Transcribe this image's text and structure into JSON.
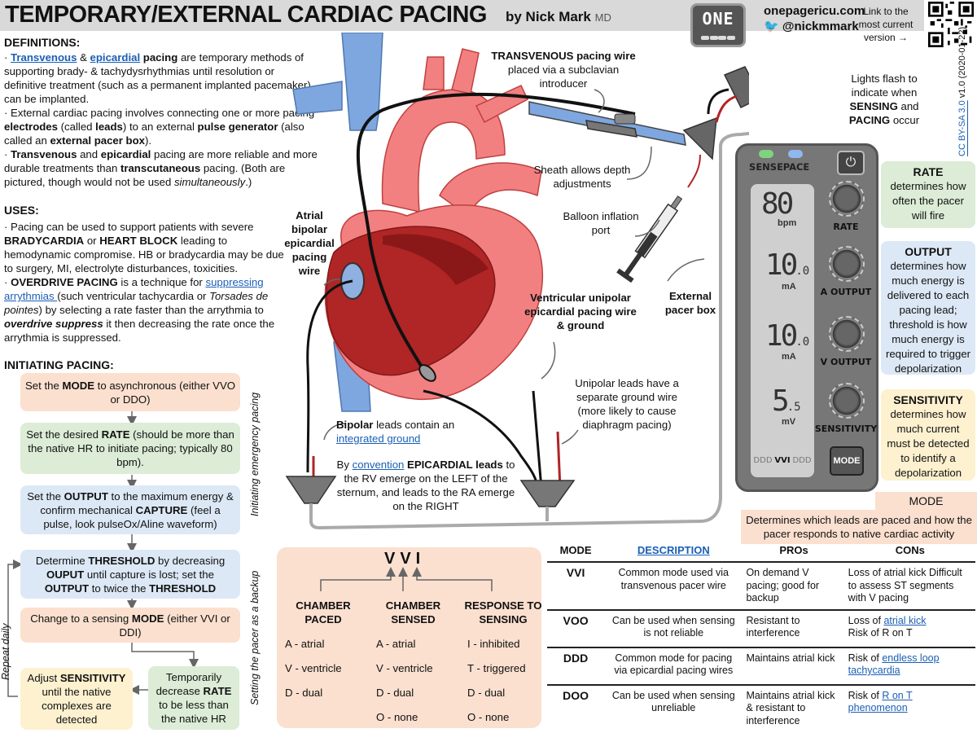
{
  "header": {
    "title": "TEMPORARY/EXTERNAL CARDIAC PACING",
    "by": "by Nick Mark",
    "credential": "MD",
    "logo": "ONE",
    "site": "onepagericu.com",
    "handle": "@nickmmark",
    "version_link": "Link to the most current version →",
    "license": "CC BY-SA 3.0",
    "version": "v1.0 (2020-01-22)"
  },
  "definitions": {
    "heading": "DEFINITIONS:",
    "p1": {
      "bullet": "· ",
      "link1": "Transvenous",
      "amp": " & ",
      "link2": "epicardial",
      "bold1": " pacing",
      "rest": " are temporary methods of supporting brady- & tachydysrhythmias until resolution or definitive treatment (such as a permanent implanted pacemaker) can be implanted."
    },
    "p2": {
      "a": "· External cardiac pacing involves connecting one or more pacing ",
      "b": "electrodes",
      "c": " (called ",
      "d": "leads",
      "e": ") to an external ",
      "f": "pulse generator",
      "g": " (also called an ",
      "h": "external pacer box",
      "i": ")."
    },
    "p3": {
      "a": "·  ",
      "b": "Transvenous",
      "c": " and ",
      "d": "epicardial",
      "e": " pacing are more reliable and more durable treatments than ",
      "f": "transcutaneous",
      "g": " pacing. (Both are pictured, tho​ugh would not be used ",
      "h": "simultaneously",
      "i": ".)"
    }
  },
  "uses": {
    "heading": "USES:",
    "p1": {
      "a": "· Pacing can be used to support patients with severe ",
      "b": "BRADYCARDIA",
      "c": " or ",
      "d": "HEART BLOCK",
      "e": " leading to hemodynamic compromise. HB or bradycardia may be due to surgery, MI, electrolyte disturbances, toxicities."
    },
    "p2": {
      "a": "· ",
      "b": "OVERDRIVE PACING",
      "c": " is a technique for ",
      "d": "suppressing arrythmias ",
      "e": "(such ventricular tachycardia or ",
      "f": "Torsades de pointes",
      "g": ") by selecting a rate faster than the arrythmia to ",
      "h": "overdrive suppress",
      "i": " it then decreasing the rate once the arrythmia is suppressed."
    }
  },
  "initiating": {
    "heading": "INITIATING PACING:",
    "side_emergency": "Initiating emergency pacing",
    "side_backup": "Setting the pacer as a backup",
    "side_repeat": "Repeat daily",
    "step1": {
      "a": "Set the ",
      "b": "MODE",
      "c": " to asynchronous (either VVO or DDO)"
    },
    "step2": {
      "a": "Set the desired ",
      "b": "RATE",
      "c": " (should be more than the native HR to initiate pacing; typically 80 bpm)."
    },
    "step3": {
      "a": "Set the ",
      "b": "OUTPUT",
      "c": " to the maximum energy & confirm mechanical ",
      "d": "CAPTURE",
      "e": " (feel a pulse, look pulseOx/Aline waveform)"
    },
    "step4": {
      "a": "Determine ",
      "b": "THRESHOLD",
      "c": " by decreasing ",
      "d": "OUPUT",
      "e": " until capture is lost; set the ",
      "f": "OUTPUT",
      "g": " to twice the ",
      "h": "THRESHOLD"
    },
    "step5": {
      "a": "Change to a sensing ",
      "b": "MODE",
      "c": " (either VVI or DDI)"
    },
    "step6": {
      "a": "Temporarily decrease ",
      "b": "RATE",
      "c": " to be less than the native HR"
    },
    "step7": {
      "a": "Adjust ",
      "b": "SENSITIVITY",
      "c": " until the native complexes are detected"
    }
  },
  "vvi": {
    "title": "VVI",
    "col1": {
      "h": "CHAMBER PACED",
      "items": [
        "A - atrial",
        "V - ventricle",
        "D - dual"
      ]
    },
    "col2": {
      "h": "CHAMBER SENSED",
      "items": [
        "A - atrial",
        "V - ventricle",
        "D - dual",
        "O - none"
      ]
    },
    "col3": {
      "h": "RESPONSE TO SENSING",
      "items": [
        "I - inhibited",
        "T - triggered",
        "D - dual",
        "O - none"
      ]
    }
  },
  "diagram": {
    "transvenous": {
      "a": "TRANSVENOUS pacing wire",
      "b": " placed via a  subclavian introducer"
    },
    "sheath": "Sheath allows depth adjustments",
    "balloon": "Balloon inflation port",
    "atrial": "Atrial bipolar epicardial pacing wire",
    "ventricular": "Ventricular unipolar epicardial pacing wire & ground",
    "external_box": "External pacer box",
    "unipolar": "Unipolar leads have a separate ground wire (more likely to cause diaphragm pacing)",
    "bipolar": {
      "a": "Bipolar",
      "b": " leads contain an ",
      "c": "integrated ground"
    },
    "convention": {
      "a": "By ",
      "b": "convention",
      "c": " EPICARDIAL leads",
      "d": " to the RV emerge on the LEFT of the sternum, and leads to the RA emerge on the RIGHT"
    },
    "lights": {
      "a": "Lights flash to indicate when ",
      "b": "SENSING",
      "c": " and ",
      "d": "PACING",
      "e": " occur"
    }
  },
  "pacer": {
    "sense": "SENSE",
    "pace": "PACE",
    "sense_color": "#7fd37f",
    "pace_color": "#8fb8ef",
    "rate_value": "80",
    "rate_unit": "bpm",
    "a_output_value": "10",
    "a_output_dec": ".0",
    "a_output_unit": "mA",
    "v_output_value": "10",
    "v_output_dec": ".0",
    "v_output_unit": "mA",
    "sensitivity_value": "5",
    "sensitivity_dec": ".5",
    "sensitivity_unit": "mV",
    "mode_ddd1": "DDD",
    "mode_vvi": "VVI",
    "mode_ddd2": "DDD",
    "knob_rate": "RATE",
    "knob_a_output": "A OUTPUT",
    "knob_v_output": "V OUTPUT",
    "knob_sensitivity": "SENSITIVITY",
    "mode_button": "MODE",
    "power_icon": "⏻"
  },
  "right": {
    "rate": {
      "h": "RATE",
      "t": "determines how often the pacer will fire"
    },
    "output": {
      "h": "OUTPUT",
      "t": "determines how much energy is delivered to each pacing lead; threshold is how much energy is required to trigger depolarization"
    },
    "sensitivity": {
      "h": "SENSITIVITY",
      "t": "determines how much current must be detected to identify a depolarization"
    },
    "mode_h": "MODE",
    "mode_desc": "Determines which leads are paced and how the pacer responds to native cardiac activity"
  },
  "table": {
    "headers": [
      "MODE",
      "DESCRIPTION",
      "PROs",
      "CONs"
    ],
    "rows": [
      {
        "mode": "VVI",
        "desc": "Common mode used via transvenous pacer wire",
        "pros": "On demand V pacing; good for backup",
        "cons": "Loss of atrial kick Difficult to assess ST segments with V pacing"
      },
      {
        "mode": "VOO",
        "desc": "Can be used when sensing is not reliable",
        "pros": "Resistant to interference",
        "cons_a": "Loss of ",
        "cons_link": "atrial kick",
        "cons_b": " Risk of R on T"
      },
      {
        "mode": "DDD",
        "desc": "Common mode for pacing via epicardial pacing wires",
        "pros": "Maintains atrial kick",
        "cons_a": "Risk of ",
        "cons_link": "endless loop tachycardia",
        "cons_b": ""
      },
      {
        "mode": "DOO",
        "desc": "Can be used when sensing unreliable",
        "pros": "Maintains atrial kick & resistant to interference",
        "cons_a": "Risk of ",
        "cons_link": " R on T phenomenon",
        "cons_b": ""
      }
    ]
  }
}
